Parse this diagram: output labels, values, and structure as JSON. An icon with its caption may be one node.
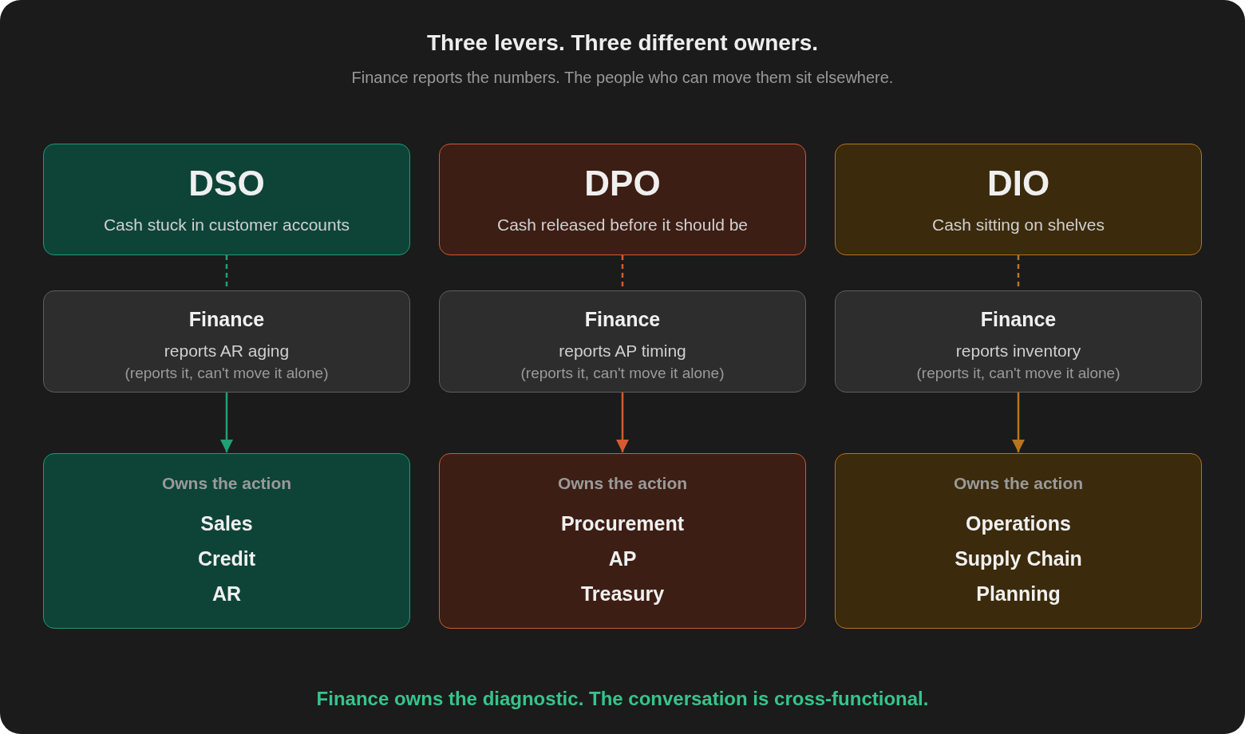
{
  "diagram": {
    "title": "Three levers. Three different owners.",
    "caption": "Finance owns the diagnostic. The conversation is cross-functional.",
    "nodes": [
      {
        "text": [
          "DSO",
          "Cash stuck in customer accounts"
        ]
      },
      {
        "text": [
          "DPO",
          "Cash released before it should be"
        ]
      },
      {
        "text": [
          "DIO",
          "Cash sitting on shelves"
        ]
      },
      {
        "text": [
          "Finance",
          "reports AR aging",
          "(reports it, can't move it alone)"
        ]
      },
      {
        "text": [
          "Finance",
          "reports AP timing",
          "(reports it, can't move it alone)"
        ]
      },
      {
        "text": [
          "Finance",
          "reports inventory",
          "(reports it, can't move it alone)"
        ]
      },
      {
        "text": [
          "Owns the action",
          "Sales",
          "Credit",
          "AR"
        ]
      },
      {
        "text": [
          "Owns the action",
          "Procurement",
          "AP",
          "Treasury"
        ]
      },
      {
        "text": [
          "Owns the action",
          "Operations",
          "Supply Chain",
          "Planning"
        ]
      }
    ],
    "edges": [
      {
        "from": 0,
        "to": 3,
        "arrow": "none",
        "style": "dashed",
        "color": "#1fa077"
      },
      {
        "from": 1,
        "to": 4,
        "arrow": "none",
        "style": "dashed",
        "color": "#d75a30"
      },
      {
        "from": 2,
        "to": 5,
        "arrow": "none",
        "style": "dashed",
        "color": "#b8741f"
      },
      {
        "from": 3,
        "to": 6,
        "arrow": "to",
        "color": "#1fa077"
      },
      {
        "from": 4,
        "to": 7,
        "arrow": "to",
        "color": "#d75a30"
      },
      {
        "from": 5,
        "to": 8,
        "arrow": "to",
        "color": "#b8741f"
      }
    ],
    "labels": [
      "Finance reports the numbers. The people who can move them sit elsewhere."
    ]
  }
}
